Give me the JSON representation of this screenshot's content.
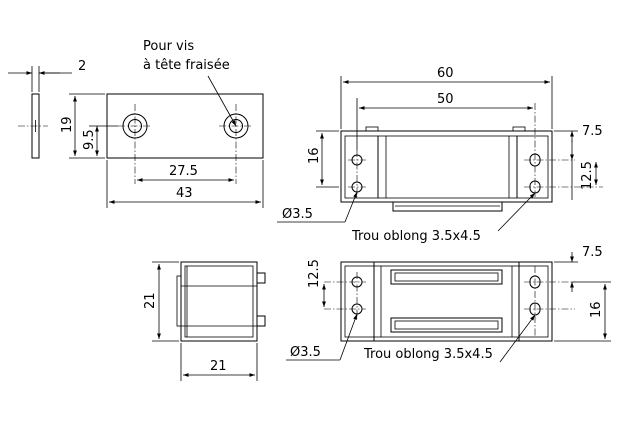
{
  "drawing": {
    "dim_thickness": "2",
    "dim_height_plate": "19",
    "dim_hole_height": "9.5",
    "dim_hole_spacing_plate": "27.5",
    "dim_length_plate": "43",
    "note_countersunk_line1": "Pour vis",
    "note_countersunk_line2": "à tête fraisée",
    "dim_overall_length": "60",
    "dim_hole_spacing": "50",
    "dim_height_16_top": "16",
    "dim_offset_7_5_top": "7.5",
    "dim_slot_spacing_top": "12.5",
    "note_diameter_top": "Ø3.5",
    "note_slot_top": "Trou oblong 3.5x4.5",
    "dim_side_height": "21",
    "dim_side_width": "21",
    "dim_hole_spacing_bottom": "12.5",
    "dim_offset_7_5_bottom": "7.5",
    "dim_height_16_bottom": "16",
    "note_diameter_bottom": "Ø3.5",
    "note_slot_bottom": "Trou oblong 3.5x4.5"
  }
}
